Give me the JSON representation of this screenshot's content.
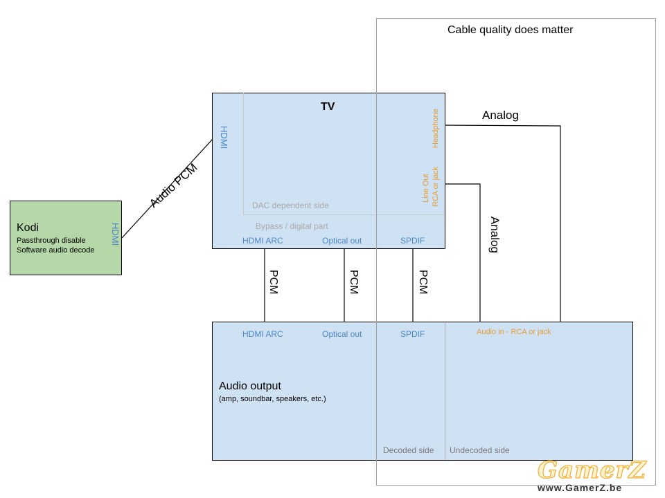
{
  "cable_quality": {
    "title": "Cable quality does matter"
  },
  "kodi": {
    "title": "Kodi",
    "line1": "Passthrough disable",
    "line2": "Software audio decode",
    "port": "HDMI"
  },
  "tv": {
    "title": "TV",
    "hdmi_in": "HDMI",
    "headphone": "Headphone",
    "line_out_1": "Line Out",
    "line_out_2": "RCA or jack",
    "dac_side": "DAC dependent side",
    "bypass": "Bypass / digital part",
    "out_hdmi_arc": "HDMI ARC",
    "out_optical": "Optical out",
    "out_spdif": "SPDIF"
  },
  "audio_output": {
    "title": "Audio output",
    "subtitle": "(amp, soundbar, speakers, etc.)",
    "in_hdmi_arc": "HDMI ARC",
    "in_optical": "Optical out",
    "in_spdif": "SPDIF",
    "in_analog": "Audio in - RCA or jack",
    "decoded_side": "Decoded side",
    "undecoded_side": "Undecoded side"
  },
  "connections": {
    "kodi_tv": "Audio PCM",
    "pcm_1": "PCM",
    "pcm_2": "PCM",
    "pcm_3": "PCM",
    "analog_headphone": "Analog",
    "analog_lineout": "Analog"
  },
  "watermark": {
    "logo": "GamerZ",
    "url": "www.GamerZ.be"
  }
}
